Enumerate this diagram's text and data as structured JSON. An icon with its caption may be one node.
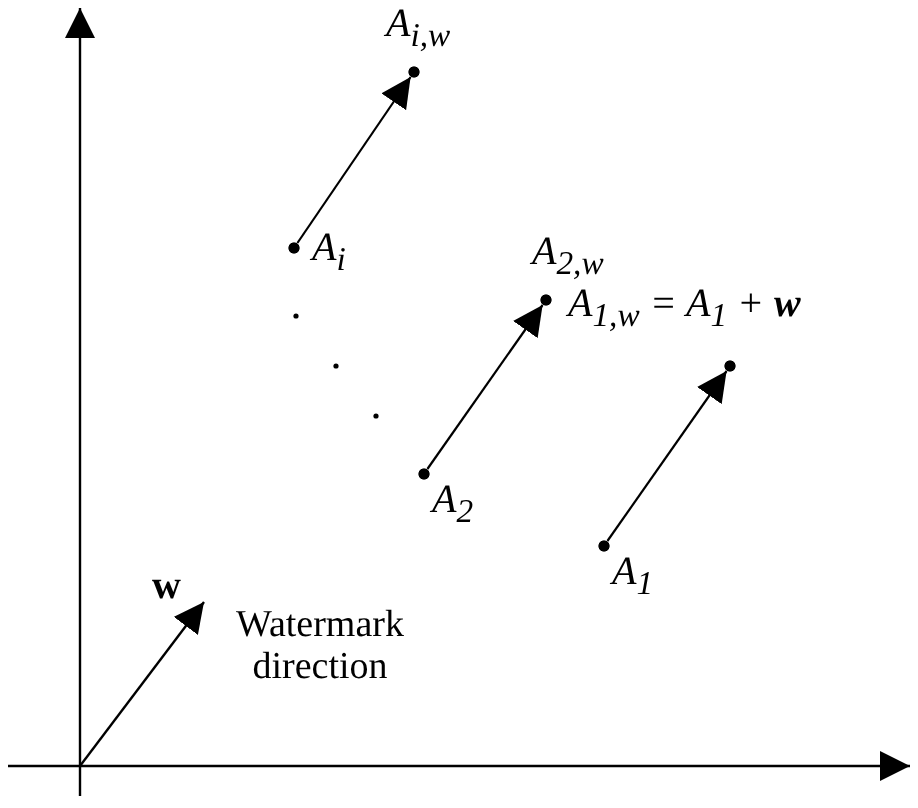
{
  "diagram": {
    "nodes": [
      {
        "text": [
          "A$_{i}$"
        ]
      },
      {
        "text": [
          "A$_{i,w}$"
        ]
      },
      {
        "text": [
          "A$_{2}$"
        ]
      },
      {
        "text": [
          "A$_{2,w}$"
        ]
      },
      {
        "text": [
          "A$_{1}$"
        ]
      },
      {
        "text": [
          "A$_{1,w}$ = A$_{1}$ + **w**"
        ]
      }
    ],
    "edges": [
      {
        "from": 0,
        "to": 1,
        "arrow": "to"
      },
      {
        "from": 2,
        "to": 3,
        "arrow": "to"
      },
      {
        "from": 4,
        "to": 5,
        "arrow": "to"
      }
    ],
    "labels": [
      "w",
      "Watermark direction"
    ]
  }
}
